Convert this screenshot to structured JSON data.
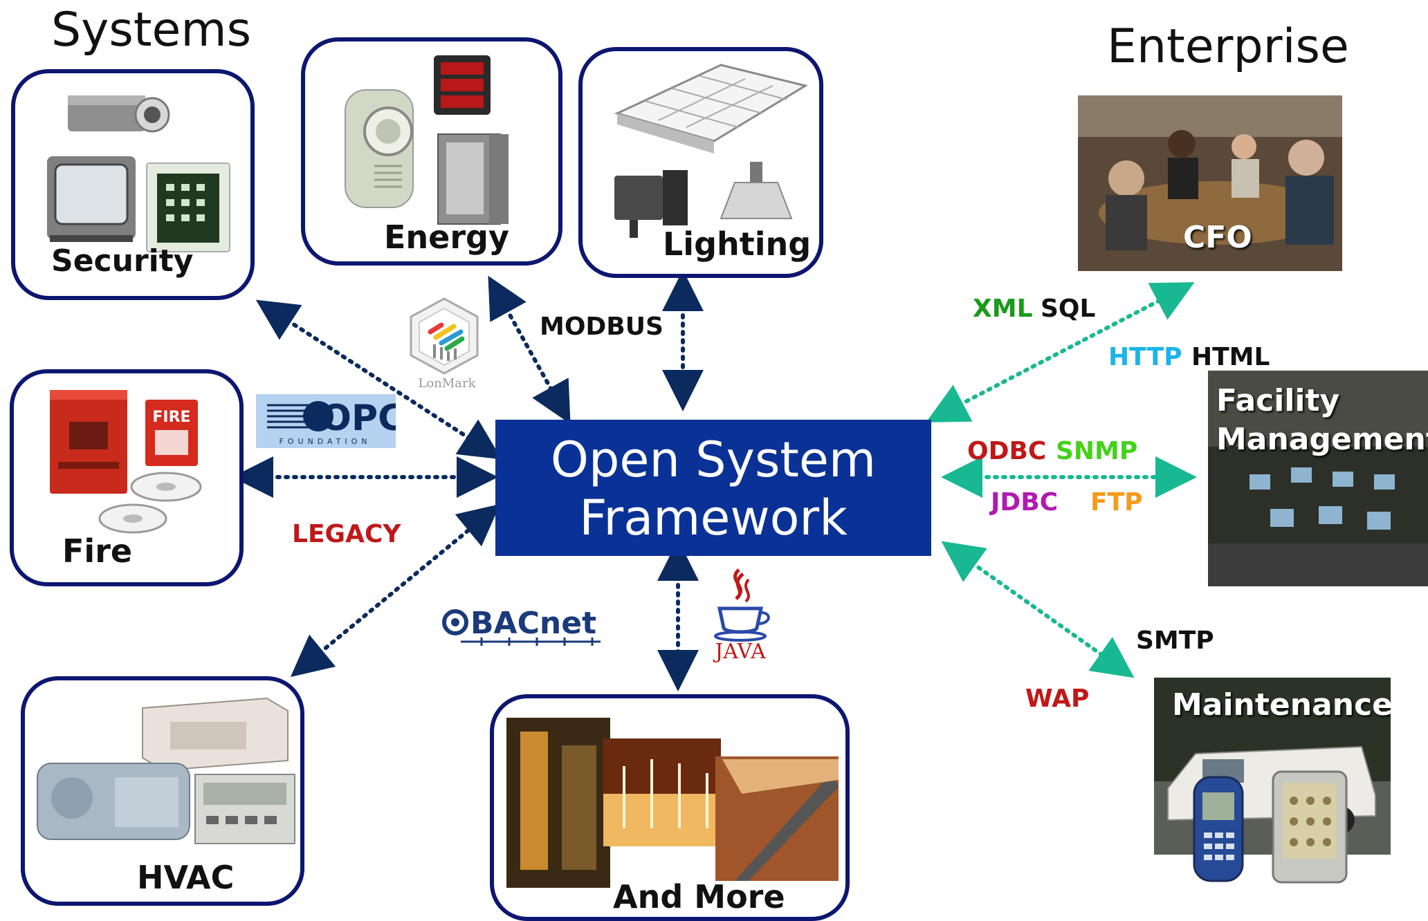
{
  "headings": {
    "systems": "Systems",
    "enterprise": "Enterprise"
  },
  "center": {
    "line1": "Open System",
    "line2": "Framework"
  },
  "systems": {
    "security": "Security",
    "energy": "Energy",
    "lighting": "Lighting",
    "fire": "Fire",
    "hvac": "HVAC",
    "more": "And More"
  },
  "enterprise": {
    "cfo": "CFO",
    "facility_line1": "Facility",
    "facility_line2": "Management",
    "maintenance": "Maintenance"
  },
  "protocols": {
    "modbus": "MODBUS",
    "legacy": "LEGACY",
    "xml": "XML",
    "sql": "SQL",
    "http": "HTTP",
    "html": "HTML",
    "odbc": "ODBC",
    "snmp": "SNMP",
    "jdbc": "JDBC",
    "ftp": "FTP",
    "smtp": "SMTP",
    "wap": "WAP"
  },
  "logos": {
    "lonmark": "LonMark",
    "opc": "OPC",
    "opc_sub": "FOUNDATION",
    "bacnet": "BACnet",
    "java": "JAVA",
    "fire_sign": "FIRE"
  },
  "colors": {
    "box_border": "#0d1670",
    "center_fill": "#0a3196",
    "arrow_dark": "#0b2a5e",
    "arrow_teal": "#18b892",
    "xml": "#1a9a1a",
    "http": "#1ab4ea",
    "odbc": "#c01818",
    "snmp": "#44d11a",
    "jdbc": "#b01ab0",
    "ftp": "#f59a1a",
    "legacy": "#c01818",
    "wap": "#c01818"
  },
  "icons": [
    "camera-icon",
    "monitor-icon",
    "keypad-icon",
    "power-meter-icon",
    "panel-icon",
    "fixture-icon",
    "fire-alarm-icon",
    "smoke-detector-icon",
    "chiller-icon",
    "air-handler-icon",
    "van-icon",
    "phone-icon",
    "pda-icon"
  ]
}
